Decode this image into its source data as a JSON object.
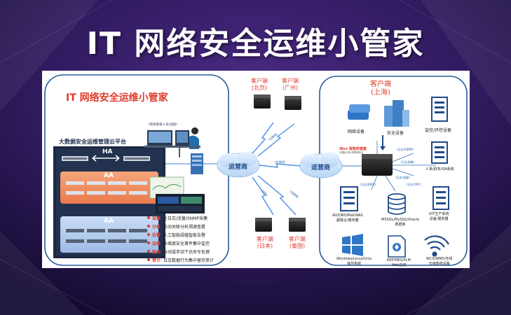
{
  "slide": {
    "title": "IT 网络安全运维小管家"
  },
  "left": {
    "title": "IT 网络安全运维小管家",
    "platform": "大数据安全运维管理云平台",
    "ha": "HA",
    "aa1": "AA",
    "aa2": "AA",
    "operator_note": "(现场系统人员/远程)",
    "features": [
      {
        "key": "采集",
        "text": "全日志/流量/SNMP采集"
      },
      {
        "key": "分析",
        "text": "自动关联分析溯源查看"
      },
      {
        "key": "告警",
        "text": "人工智能阈值智能告警"
      },
      {
        "key": "运维",
        "text": "多维度安全事件集中监控"
      },
      {
        "key": "联动",
        "text": "自动或手动下达命令处理"
      },
      {
        "key": "审计",
        "text": "日志数据行为集中留存审计"
      }
    ]
  },
  "middle": {
    "carrier_left": "运营商",
    "carrier_right": "运营商",
    "clients": [
      {
        "line1": "客户端",
        "line2": "(北京)"
      },
      {
        "line1": "客户端",
        "line2": "(广州)"
      },
      {
        "line1": "客户端",
        "line2": "(日本)"
      },
      {
        "line1": "客户端",
        "line2": "(泰国)"
      }
    ],
    "links": [
      "(互联网)",
      "(专线网)",
      "(VPN)",
      "(互联网)"
    ]
  },
  "right": {
    "title_line1": "客户端",
    "title_line2": "(上海)",
    "ibox": "iBox 智能终端盒",
    "ibox_sub": "(采集/分析/告警/联动)",
    "items": [
      {
        "name": "network",
        "line1": "网络设备",
        "line2": ""
      },
      {
        "name": "security",
        "line1": "安全设备",
        "line2": ""
      },
      {
        "name": "monitor",
        "line1": "监控/环控设备",
        "line2": ""
      },
      {
        "name": "hr",
        "line1": "人事/财务/OA系统",
        "line2": ""
      },
      {
        "name": "ad",
        "line1": "AD/DNS/Mail/NAS",
        "line2": "超融合/服务器"
      },
      {
        "name": "db",
        "line1": "MSSQL/MySQL/Oracle",
        "line2": "数据库"
      },
      {
        "name": "iot",
        "line1": "IOT生产系统",
        "line2": "设备/服务器"
      },
      {
        "name": "os",
        "line1": "Windows/Linux/Unix",
        "line2": "操作系统"
      },
      {
        "name": "erp",
        "line1": "ERP/MES/PLM",
        "line2": "Web应用"
      },
      {
        "name": "wcs",
        "line1": "WCS/WMS/无线",
        "line2": "仓储系统设备"
      }
    ],
    "conn_labels": [
      "(日志/SNMP)",
      "(日志采集)",
      "(日志/流量)",
      "(日志/JDBC)",
      "(日志/OPC)"
    ]
  },
  "colors": {
    "accent_red": "#e03a2a",
    "accent_blue": "#1f5fae",
    "aa_orange": "#f08a5d",
    "aa_blue": "#a9c6ec",
    "platform_dark": "#1d2a45"
  }
}
